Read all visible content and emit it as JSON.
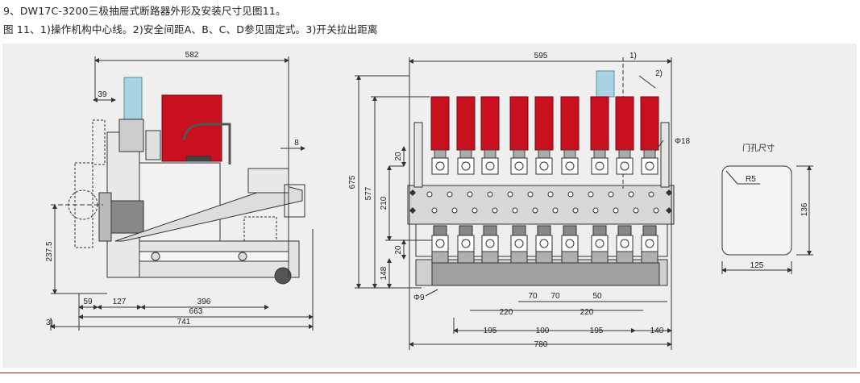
{
  "heading": {
    "line1": "9、DW17C-3200三极抽屉式断路器外形及安装尺寸见图11。",
    "line2": "图  11、1)操作机构中心线。2)安全间距A、B、C、D参见固定式。3)开关拉出距离"
  },
  "side_view": {
    "dim_582": "582",
    "dim_39": "39",
    "dim_8": "8",
    "dim_237_5": "237.5",
    "dim_59": "59",
    "dim_127": "127",
    "dim_396": "396",
    "dim_663": "663",
    "dim_741": "741",
    "note_3": "3)"
  },
  "front_view": {
    "dim_595": "595",
    "note_1": "1)",
    "note_2": "2)",
    "dim_675": "675",
    "dim_577": "577",
    "dim_20_top": "20",
    "dim_210": "210",
    "dim_20_bottom": "20",
    "dim_148": "148",
    "dim_phi18": "Φ18",
    "dim_phi9": "Φ9",
    "dim_70a": "70",
    "dim_70b": "70",
    "dim_50": "50",
    "dim_220a": "220",
    "dim_220b": "220",
    "dim_195a": "195",
    "dim_100": "100",
    "dim_195b": "195",
    "dim_140": "140",
    "dim_780": "780"
  },
  "door_hole": {
    "title": "门孔尺寸",
    "radius": "R5",
    "height": "136",
    "width": "125"
  },
  "colors": {
    "accent_red": "#c8101e",
    "handle_blue": "#a9d3e0",
    "copper_gray": "#9c9c9c",
    "footer_red": "#b31b1b"
  }
}
